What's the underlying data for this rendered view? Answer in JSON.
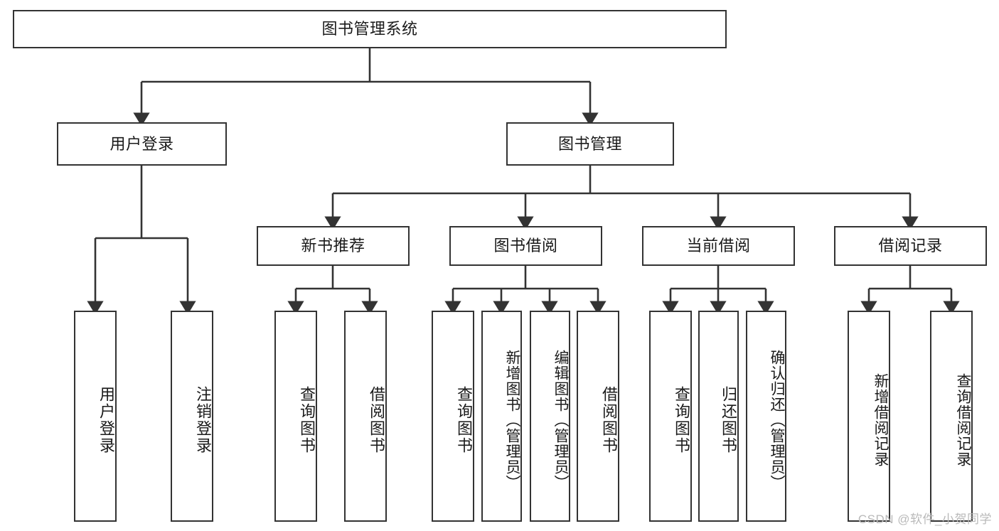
{
  "diagram": {
    "title": "图书管理系统",
    "type": "tree",
    "background_color": "#ffffff",
    "node_border_color": "#333333",
    "node_fill_color": "#ffffff",
    "edge_color": "#333333",
    "text_color": "#1a1a1a"
  },
  "root": {
    "label": "图书管理系统"
  },
  "level2": [
    {
      "label": "用户登录"
    },
    {
      "label": "图书管理"
    }
  ],
  "level3": [
    {
      "label": "新书推荐"
    },
    {
      "label": "图书借阅"
    },
    {
      "label": "当前借阅"
    },
    {
      "label": "借阅记录"
    }
  ],
  "leaves": {
    "user_login": [
      {
        "label": "用户登录"
      },
      {
        "label": "注销登录"
      }
    ],
    "new_book_recommend": [
      {
        "label": "查询图书"
      },
      {
        "label": "借阅图书"
      }
    ],
    "book_borrow": [
      {
        "label": "查询图书"
      },
      {
        "label": "新增图书（管理员）"
      },
      {
        "label": "编辑图书（管理员）"
      },
      {
        "label": "借阅图书"
      }
    ],
    "current_borrow": [
      {
        "label": "查询图书"
      },
      {
        "label": "归还图书"
      },
      {
        "label": "确认归还（管理员）"
      }
    ],
    "borrow_record": [
      {
        "label": "新增借阅记录"
      },
      {
        "label": "查询借阅记录"
      }
    ]
  },
  "watermark": {
    "text": "CSDN @软件_小贺同学"
  }
}
